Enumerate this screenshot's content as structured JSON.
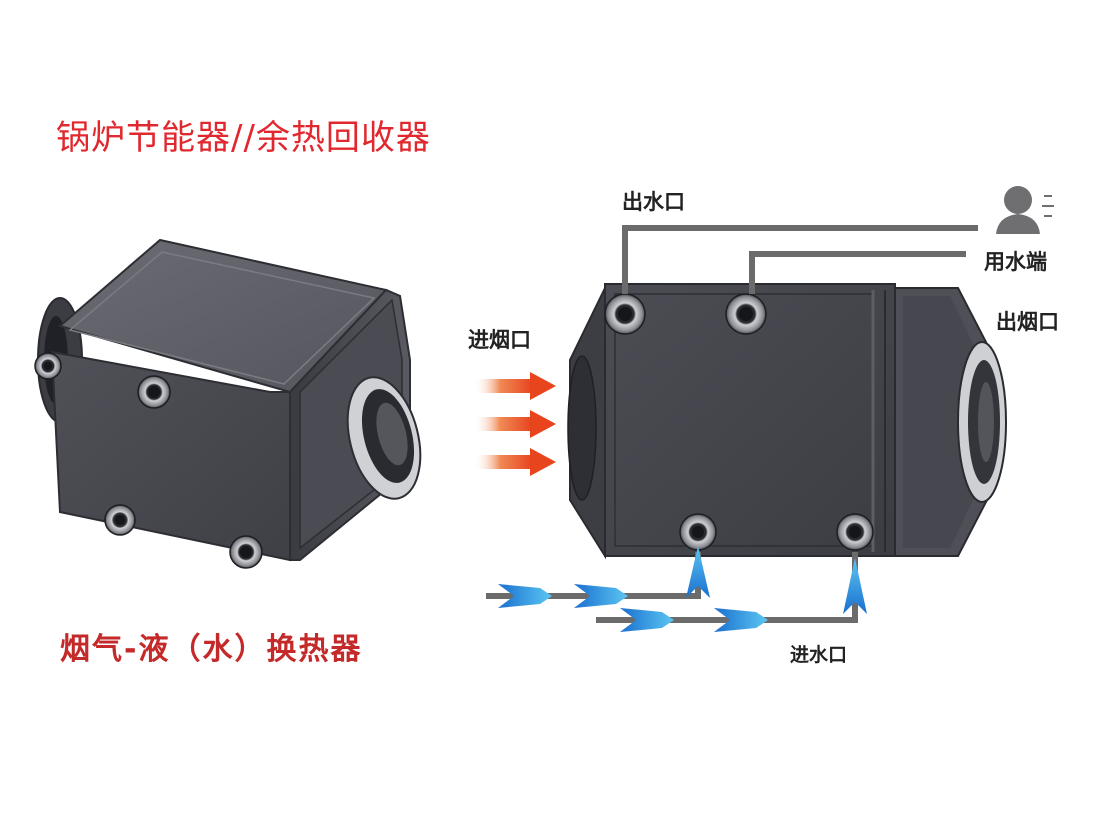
{
  "titles": {
    "top": "锅炉节能器//余热回收器",
    "bottom": "烟气-液（水）换热器"
  },
  "labels": {
    "water_outlet": "出水口",
    "user_end": "用水端",
    "smoke_inlet": "进烟口",
    "smoke_outlet": "出烟口",
    "water_inlet": "进水口"
  },
  "colors": {
    "title_red": "#e0282e",
    "subtitle_red": "#c42a2a",
    "body_dark": "#4a4b52",
    "pipe_gray": "#6b6b6b",
    "smoke_arrow": "#ee5a30",
    "water_arrow": "#2f8fd8"
  },
  "icons": {
    "user": "user-silhouette-icon",
    "flange": "pipe-flange-icon"
  }
}
